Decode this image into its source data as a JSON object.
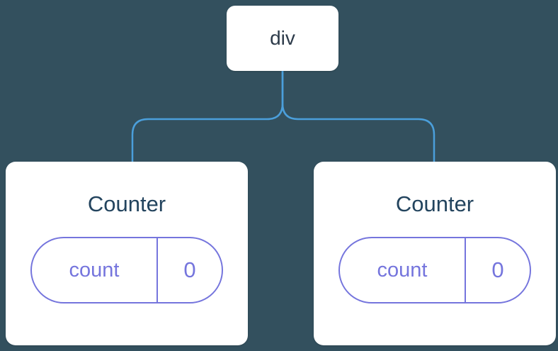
{
  "diagram": {
    "root": {
      "label": "div"
    },
    "children": [
      {
        "title": "Counter",
        "state": {
          "key": "count",
          "value": "0"
        }
      },
      {
        "title": "Counter",
        "state": {
          "key": "count",
          "value": "0"
        }
      }
    ]
  },
  "colors": {
    "background": "#33505e",
    "connector": "#4b9fdb",
    "card_background": "#ffffff",
    "card_title_text": "#23445e",
    "root_node_text": "#2d3b4a",
    "state_accent": "#7575dd"
  }
}
